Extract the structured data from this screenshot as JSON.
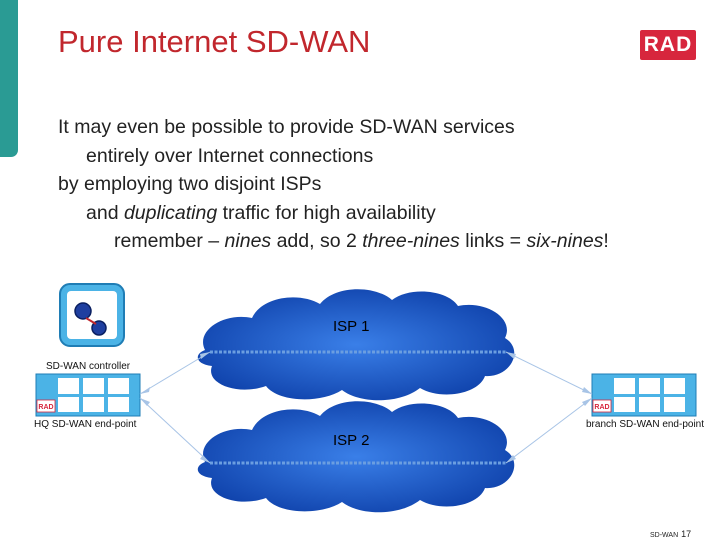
{
  "slide": {
    "title": "Pure Internet SD-WAN",
    "logo_text": "RAD",
    "bullets": {
      "line1": "It may even be possible to provide SD-WAN services",
      "line2": "entirely over Internet connections",
      "line3": "by employing two disjoint ISPs",
      "line4_pre": "and ",
      "line4_em": "duplicating",
      "line4_post": " traffic for high availability",
      "line5_a": "remember – ",
      "line5_b": "nines",
      "line5_c": " add, so 2 ",
      "line5_d": "three-nines",
      "line5_e": " links = ",
      "line5_f": "six-nines",
      "line5_g": "!"
    }
  },
  "diagram": {
    "controller_label": "SD-WAN controller",
    "hq_label": "HQ SD-WAN end-point",
    "branch_label": "branch SD-WAN end-point",
    "device_badge": "RAD",
    "isp1_label": "ISP 1",
    "isp2_label": "ISP 2"
  },
  "footer": {
    "label": "SD-WAN",
    "page": "17"
  },
  "colors": {
    "title": "#c1272d",
    "accent_bar": "#2a9b94",
    "cloud": "#1a58c8",
    "tunnel": "#6b9ee0",
    "device": "#4bb3e6"
  }
}
